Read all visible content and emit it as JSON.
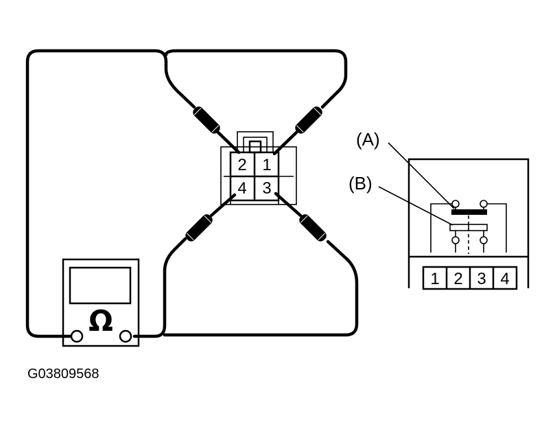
{
  "connector": {
    "pins": [
      "2",
      "1",
      "4",
      "3"
    ]
  },
  "meter": {
    "symbol": "Ω"
  },
  "relay_inset": {
    "callouts": [
      "(A)",
      "(B)"
    ],
    "terminals": [
      "1",
      "2",
      "3",
      "4"
    ]
  },
  "figure_id": "G03809568"
}
